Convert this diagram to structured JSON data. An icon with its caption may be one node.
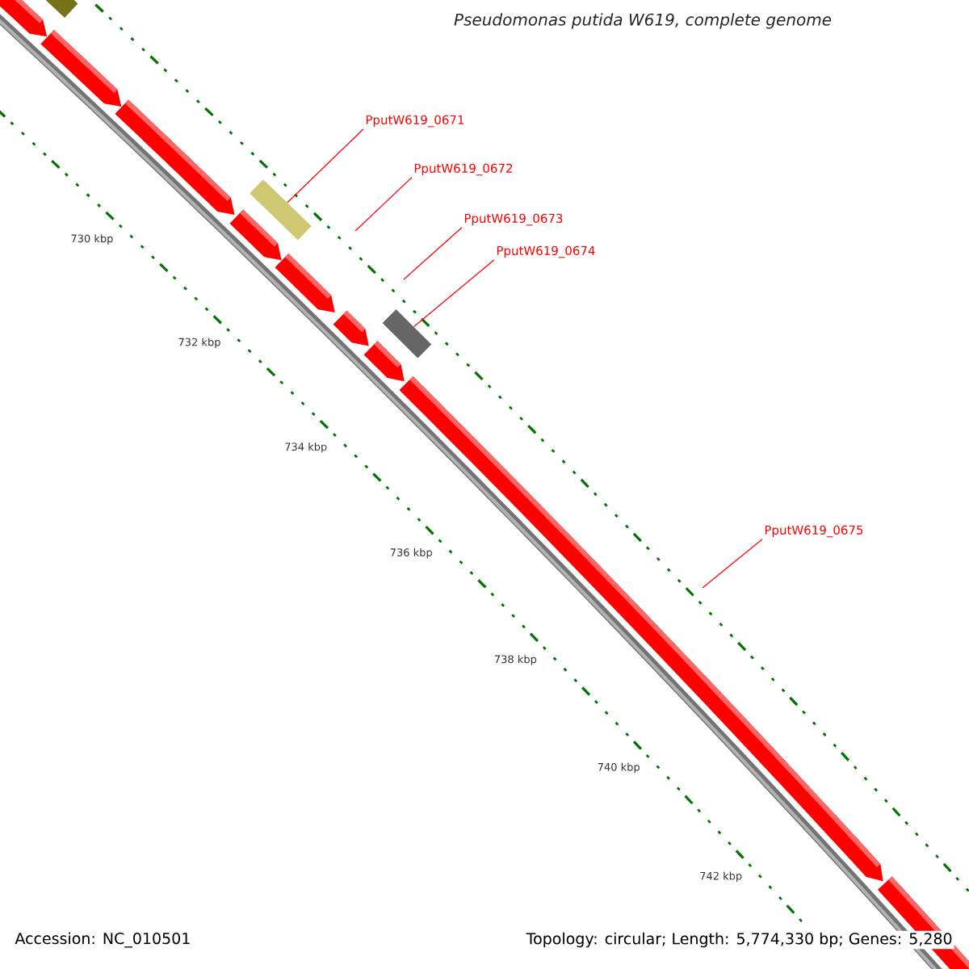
{
  "diagram": {
    "title": "Pseudomonas putida W619, complete genome",
    "nodes": [
      {
        "text": [
          "PputW619_0671"
        ]
      },
      {
        "text": [
          "PputW619_0672"
        ]
      },
      {
        "text": [
          "PputW619_0673"
        ]
      },
      {
        "text": [
          "PputW619_0674"
        ]
      },
      {
        "text": [
          "PputW619_0675"
        ]
      },
      {
        "text": [],
        "shape": "box"
      },
      {
        "text": [],
        "shape": "box"
      }
    ],
    "edges": [
      {
        "from": 0,
        "to": 5,
        "arrow": "none"
      },
      {
        "from": 1,
        "to": null,
        "arrow": "none"
      },
      {
        "from": 2,
        "to": null,
        "arrow": "none"
      },
      {
        "from": 3,
        "to": 6,
        "arrow": "none"
      },
      {
        "from": 4,
        "to": null,
        "arrow": "none"
      }
    ],
    "labels": [
      "730 kbp",
      "732 kbp",
      "734 kbp",
      "736 kbp",
      "738 kbp",
      "740 kbp",
      "742 kbp",
      "Accession: NC_010501",
      "Topology: circular; Length: 5,774,330 bp; Genes: 5,280"
    ]
  }
}
